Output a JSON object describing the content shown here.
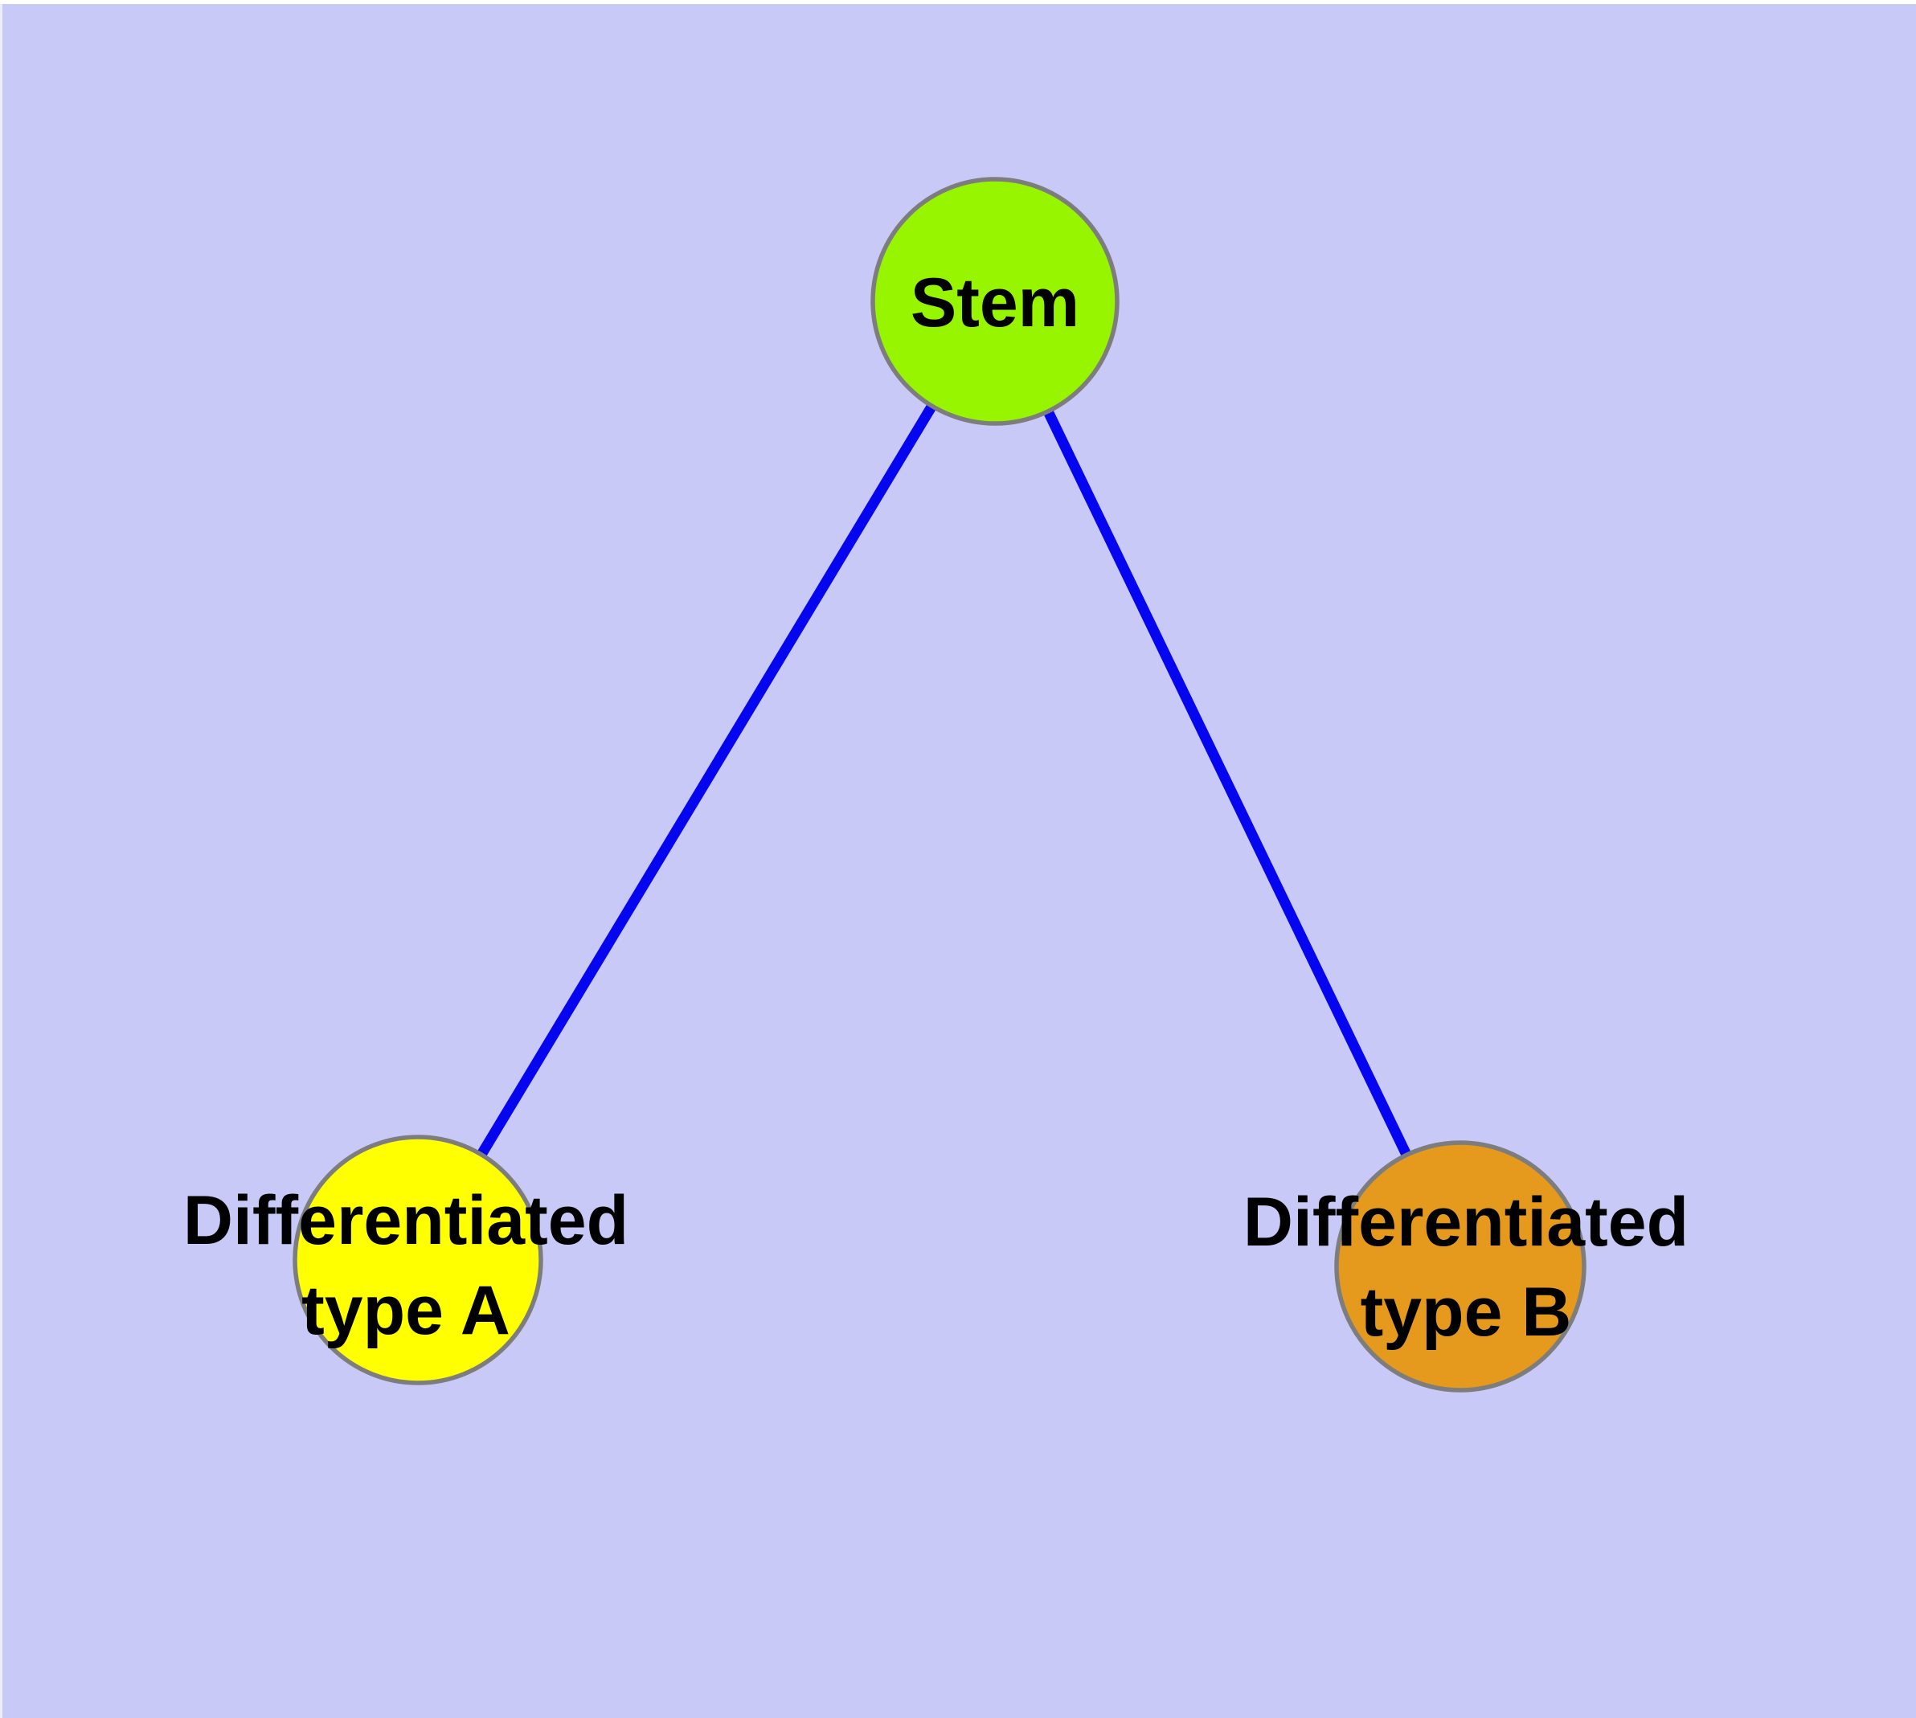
{
  "diagram": {
    "type": "node-link-tree",
    "colors": {
      "background": "#c9c9f8",
      "page_margin": "#ffffff",
      "edge": "#0505f0",
      "node_border": "#7d7d7d",
      "label_text": "#000000"
    },
    "nodes": {
      "stem": {
        "label": "Stem",
        "fill": "#98f500"
      },
      "type_a": {
        "label_line1": "Differentiated",
        "label_line2": "type A",
        "fill": "#ffff00"
      },
      "type_b": {
        "label_line1": "Differentiated",
        "label_line2": "type B",
        "fill": "#e59a1d"
      }
    },
    "edges": [
      {
        "from": "Stem",
        "to": "Differentiated type A"
      },
      {
        "from": "Stem",
        "to": "Differentiated type B"
      }
    ]
  }
}
